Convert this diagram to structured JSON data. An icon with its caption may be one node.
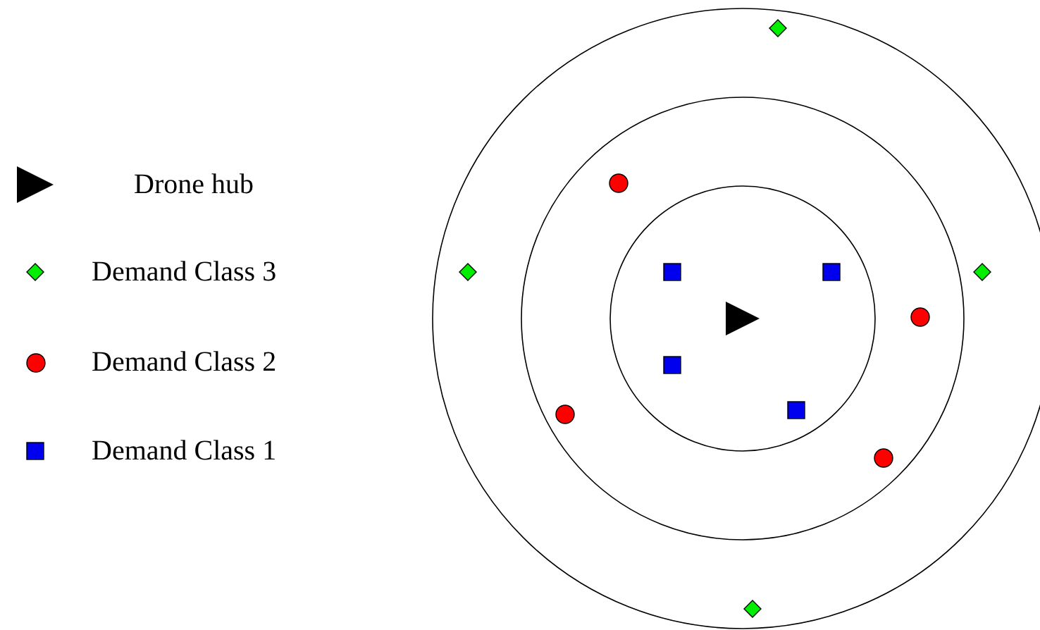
{
  "diagram": {
    "legend": [
      {
        "text": "Drone hub"
      },
      {
        "text": "Demand Class 3"
      },
      {
        "text": "Demand Class 2"
      },
      {
        "text": "Demand Class 1"
      }
    ]
  }
}
